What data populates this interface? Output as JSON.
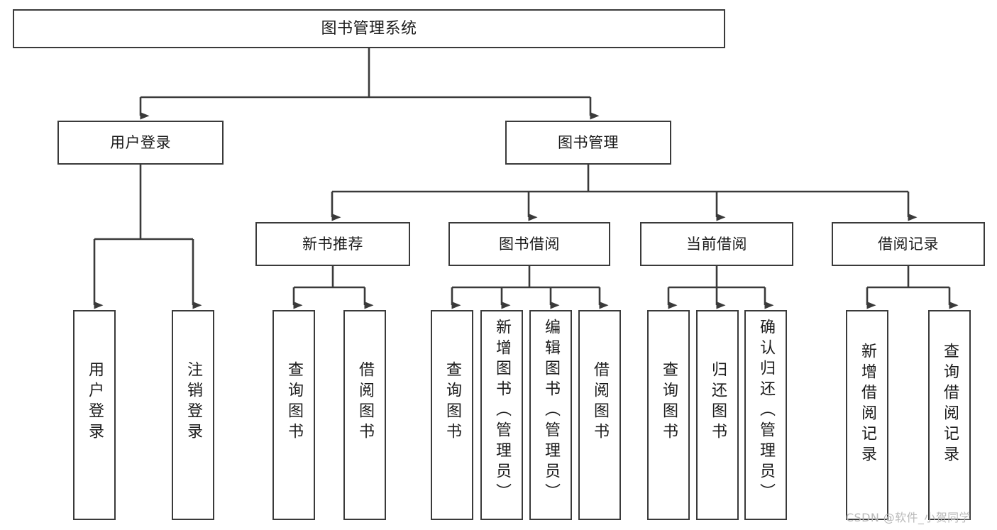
{
  "diagram": {
    "type": "tree-hierarchy-chart",
    "title": "图书管理系统",
    "line_color": "#3a3a3a",
    "box_fill": "#ffffff",
    "text_color": "#1b1b1b",
    "nodes": {
      "root": {
        "label": "图书管理系统"
      },
      "level2": [
        {
          "label": "用户登录"
        },
        {
          "label": "图书管理"
        }
      ],
      "level3": [
        {
          "label": "新书推荐"
        },
        {
          "label": "图书借阅"
        },
        {
          "label": "当前借阅"
        },
        {
          "label": "借阅记录"
        }
      ],
      "leaves": {
        "user_login": [
          {
            "label": "用户登录"
          },
          {
            "label": "注销登录"
          }
        ],
        "new_book_recommend": [
          {
            "label": "查询图书"
          },
          {
            "label": "借阅图书"
          }
        ],
        "book_borrow": [
          {
            "label": "查询图书"
          },
          {
            "label": "新增图书（管理员）"
          },
          {
            "label": "编辑图书（管理员）"
          },
          {
            "label": "借阅图书"
          }
        ],
        "current_borrow": [
          {
            "label": "查询图书"
          },
          {
            "label": "归还图书"
          },
          {
            "label": "确认归还（管理员）"
          }
        ],
        "borrow_record": [
          {
            "label": "新增借阅记录"
          },
          {
            "label": "查询借阅记录"
          }
        ]
      }
    },
    "watermark": "CSDN @软件_小贺同学"
  }
}
